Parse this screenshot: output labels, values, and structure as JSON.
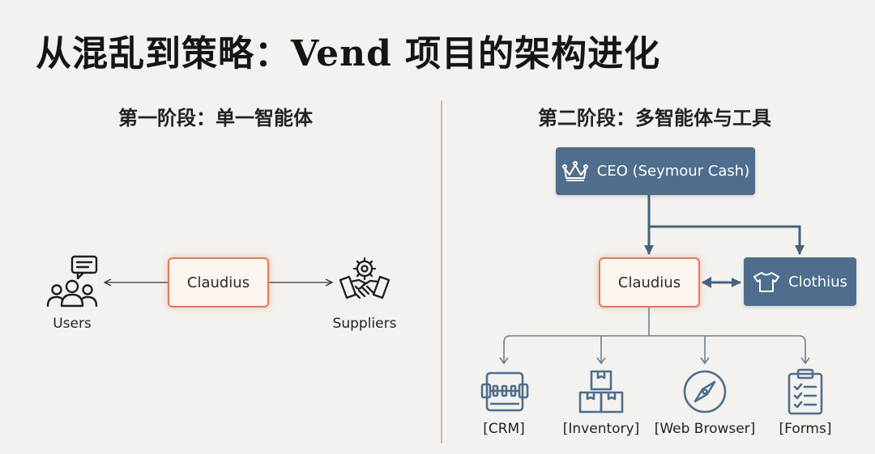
{
  "title": "从混乱到策略：Vend 项目的架构进化",
  "stage1": {
    "title": "第一阶段：单一智能体",
    "center": "Claudius",
    "left_label": "Users",
    "right_label": "Suppliers",
    "icons": [
      "users-chat-icon",
      "handshake-gear-icon"
    ]
  },
  "stage2": {
    "title": "第二阶段：多智能体与工具",
    "ceo": "CEO (Seymour Cash)",
    "center": "Claudius",
    "peer": "Clothius",
    "tools": [
      {
        "label": "[CRM]",
        "icon": "rolodex-icon"
      },
      {
        "label": "[Inventory]",
        "icon": "boxes-icon"
      },
      {
        "label": "[Web Browser]",
        "icon": "compass-icon"
      },
      {
        "label": "[Forms]",
        "icon": "clipboard-icon"
      }
    ],
    "icons": [
      "crown-icon",
      "tshirt-icon"
    ]
  },
  "colors": {
    "accent": "#e07a5a",
    "blue": "#4f6d8c",
    "line_dark": "#46617e",
    "line_light": "#6f7f90"
  }
}
